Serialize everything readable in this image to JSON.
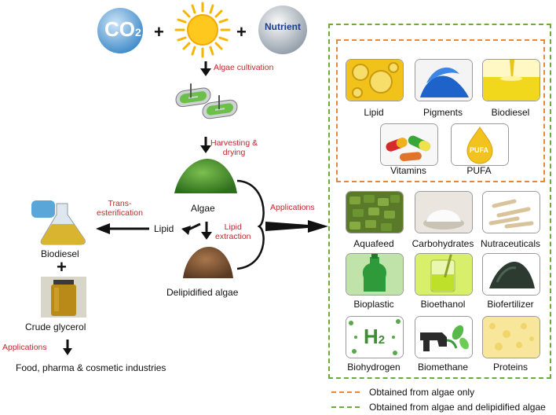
{
  "inputs": {
    "co2": "CO",
    "co2_sub": "2",
    "plus1": "+",
    "plus2": "+",
    "nutrient": "Nutrient"
  },
  "steps": {
    "cultivation": "Algae cultivation",
    "harvesting_line1": "Harvesting &",
    "harvesting_line2": "drying",
    "algae": "Algae",
    "lipid": "Lipid",
    "lipid_extraction_line1": "Lipid",
    "lipid_extraction_line2": "extraction",
    "trans_line1": "Trans-",
    "trans_line2": "esterification",
    "delipidified": "Delipidified algae",
    "applications_main": "Applications",
    "biodiesel": "Biodiesel",
    "plus3": "+",
    "crude_glycerol": "Crude glycerol",
    "applications_glycerol": "Applications",
    "industries": "Food, pharma & cosmetic industries"
  },
  "products_algae_only": [
    "Lipid",
    "Pigments",
    "Biodiesel",
    "Vitamins",
    "PUFA"
  ],
  "pufa_drop_text": "PUFA",
  "products_both": [
    "Aquafeed",
    "Carbohydrates",
    "Nutraceuticals",
    "Bioplastic",
    "Bioethanol",
    "Biofertilizer",
    "Biohydrogen",
    "Biomethane",
    "Proteins"
  ],
  "h2_text": "H",
  "h2_sub": "2",
  "legend": {
    "algae_only": "Obtained from algae only",
    "both": "Obtained from algae and delipidified algae"
  },
  "colors": {
    "orange_dash": "#e8883a",
    "green_dash": "#6faa3c",
    "red_text": "#c0282b",
    "arrow": "#111111"
  }
}
